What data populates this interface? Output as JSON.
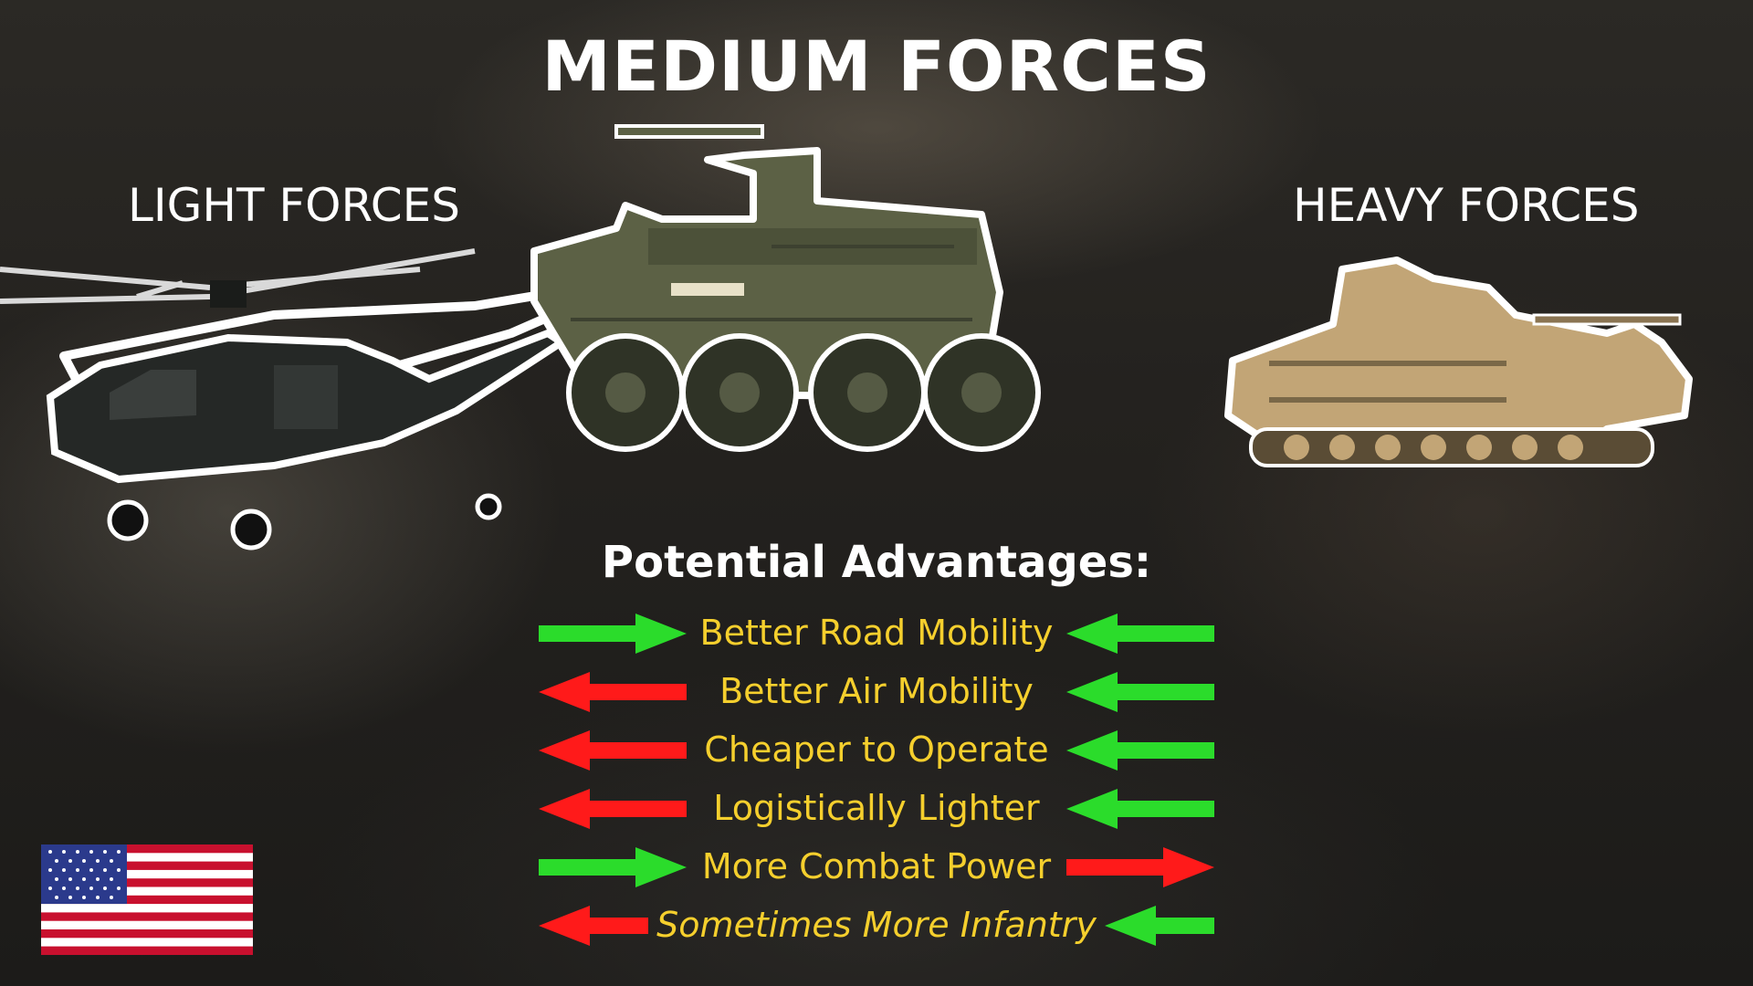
{
  "title": "MEDIUM FORCES",
  "labels": {
    "light": "LIGHT FORCES",
    "heavy": "HEAVY FORCES"
  },
  "advantages": {
    "heading": "Potential Advantages:",
    "rows": [
      {
        "label": "Better Road Mobility",
        "italic": false,
        "left": {
          "direction": "right",
          "color": "#2bdc2b"
        },
        "right": {
          "direction": "left",
          "color": "#2bdc2b"
        }
      },
      {
        "label": "Better Air Mobility",
        "italic": false,
        "left": {
          "direction": "left",
          "color": "#ff1a1a"
        },
        "right": {
          "direction": "left",
          "color": "#2bdc2b"
        }
      },
      {
        "label": "Cheaper to Operate",
        "italic": false,
        "left": {
          "direction": "left",
          "color": "#ff1a1a"
        },
        "right": {
          "direction": "left",
          "color": "#2bdc2b"
        }
      },
      {
        "label": "Logistically Lighter",
        "italic": false,
        "left": {
          "direction": "left",
          "color": "#ff1a1a"
        },
        "right": {
          "direction": "left",
          "color": "#2bdc2b"
        }
      },
      {
        "label": "More Combat Power",
        "italic": false,
        "left": {
          "direction": "right",
          "color": "#2bdc2b"
        },
        "right": {
          "direction": "right",
          "color": "#ff1a1a"
        }
      },
      {
        "label": "Sometimes More Infantry",
        "italic": true,
        "left": {
          "direction": "left",
          "color": "#ff1a1a"
        },
        "right": {
          "direction": "left",
          "color": "#2bdc2b"
        }
      }
    ]
  },
  "colors": {
    "advantage_text": "#f5cf2d",
    "positive": "#2bdc2b",
    "negative": "#ff1a1a"
  },
  "icons": [
    "helicopter-image",
    "stryker-vehicle-image",
    "bradley-vehicle-image",
    "us-flag-icon"
  ]
}
